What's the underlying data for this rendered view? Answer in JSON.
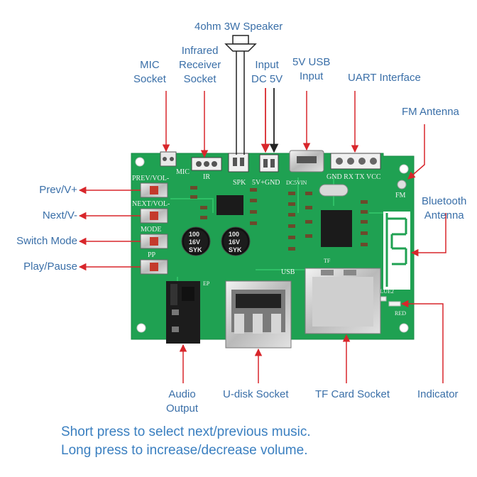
{
  "labels": {
    "speaker": "4ohm 3W Speaker",
    "mic": [
      "MIC",
      "Socket"
    ],
    "infrared": [
      "Infrared",
      "Receiver",
      "Socket"
    ],
    "input_dc": [
      "Input",
      "DC 5V"
    ],
    "usb_input": [
      "5V USB",
      "Input"
    ],
    "uart": "UART Interface",
    "fm_antenna": "FM Antenna",
    "bt_antenna": [
      "Bluetooth",
      "Antenna"
    ],
    "prev": "Prev/V+",
    "next": "Next/V-",
    "switch_mode": "Switch Mode",
    "play_pause": "Play/Pause",
    "audio_output": [
      "Audio",
      "Output"
    ],
    "udisk": "U-disk Socket",
    "tf_card": "TF Card Socket",
    "indicator": "Indicator"
  },
  "caption": {
    "line1": "Short press to select next/previous music.",
    "line2": "Long press to increase/decrease volume."
  },
  "silkscreen": {
    "prev_vol": "PREV/VOL-",
    "next_vol": "NEXT/VOL-",
    "mode": "MODE",
    "pp": "PP",
    "mic": "MIC",
    "ir": "IR",
    "spk": "SPK",
    "five_v_gnd": "5V+GND",
    "dc5vin": "DC5VIN",
    "uart_pins": "GND RX TX VCC",
    "fm": "FM",
    "usb": "USB",
    "tf": "TF",
    "ep": "EP",
    "blue": "BLUE2",
    "red": "RED",
    "cap_text": [
      "100",
      "16V",
      "SYK"
    ]
  },
  "colors": {
    "pcb": "#1fa152",
    "arrow": "#d8262b",
    "label": "#3a6fa8"
  }
}
